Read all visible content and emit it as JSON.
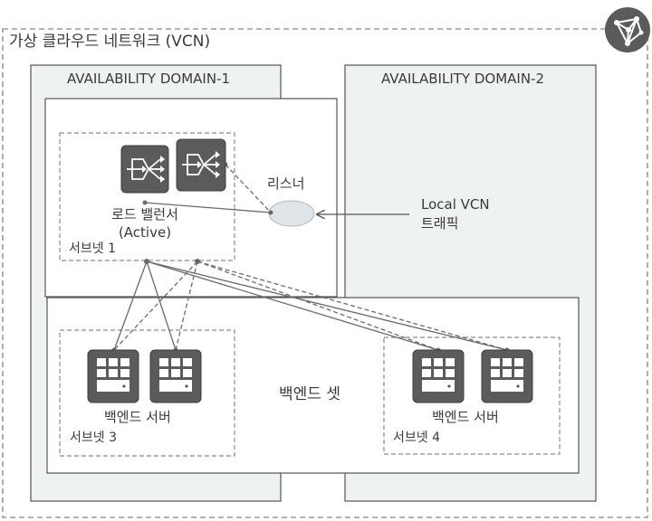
{
  "vcn": {
    "title": "가상 클라우드 네트워크 (VCN)",
    "icon": "network-mesh-icon"
  },
  "ad1": {
    "title": "AVAILABILITY DOMAIN-1"
  },
  "ad2": {
    "title": "AVAILABILITY DOMAIN-2"
  },
  "subnet1": {
    "label": "서브넷 1"
  },
  "load_balancer": {
    "label": "로드 밸런서",
    "state": "(Active)",
    "icon": "load-balancer-icon"
  },
  "listener": {
    "label": "리스너"
  },
  "traffic": {
    "line1": "Local VCN",
    "line2": "트래픽"
  },
  "backend_set": {
    "label": "백엔드 셋"
  },
  "subnet3": {
    "label": "서브넷 3",
    "servers_label": "백엔드 서버"
  },
  "subnet4": {
    "label": "서브넷 4",
    "servers_label": "백엔드 서버"
  },
  "colors": {
    "ad_fill": "#eef2f3",
    "icon_fill": "#5b5b5b",
    "listener_fill": "#dfe5e8",
    "line": "#6a6a6a"
  }
}
